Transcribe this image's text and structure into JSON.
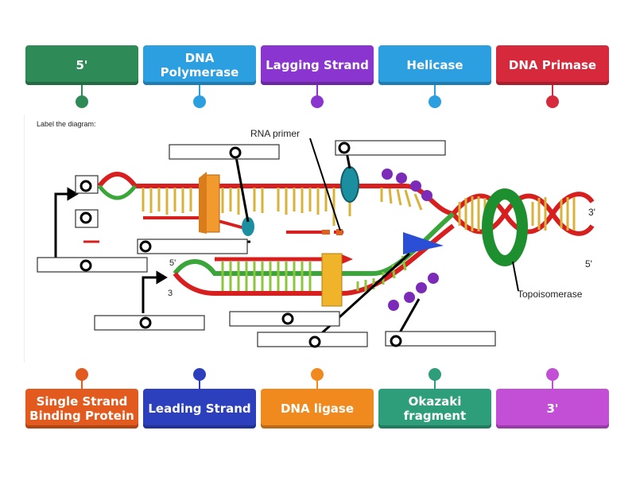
{
  "top_tiles": [
    {
      "label": "5'",
      "color": "#2e8b57"
    },
    {
      "label": "DNA Polymerase",
      "color": "#2b9fe0"
    },
    {
      "label": "Lagging Strand",
      "color": "#8a35cf"
    },
    {
      "label": "Helicase",
      "color": "#2b9fe0"
    },
    {
      "label": "DNA Primase",
      "color": "#d6293c"
    }
  ],
  "bottom_tiles": [
    {
      "label": "Single Strand Binding Protein",
      "color": "#e25a1d"
    },
    {
      "label": "Leading Strand",
      "color": "#2c3fbd"
    },
    {
      "label": "DNA ligase",
      "color": "#f08a1e"
    },
    {
      "label": "Okazaki fragment",
      "color": "#2e9e7a"
    },
    {
      "label": "3'",
      "color": "#c34fd6"
    }
  ],
  "diagram": {
    "instruction": "Label the diagram:",
    "rna_primer_label": "RNA primer",
    "topoisomerase_label": "Topoisomerase",
    "end_3_right": "3'",
    "end_5_right": "5'",
    "end_5_left": "5'",
    "end_3_left": "3"
  },
  "colors": {
    "strand_red": "#d71f1f",
    "strand_green": "#3aa63a",
    "rung_yellow": "#d9b23a",
    "rung_green": "#8cc63f",
    "helicase_teal": "#1b8fa0",
    "topoisomerase_green": "#1e8f2e",
    "polymerase_orange": "#f29a2e",
    "ssb_purple": "#7b2bb8",
    "primase_blue": "#2a4fd6"
  }
}
